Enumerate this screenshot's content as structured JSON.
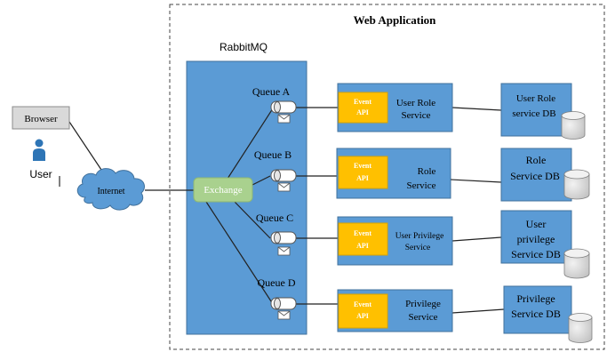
{
  "diagram": {
    "app_title": "Web Application",
    "broker_title": "RabbitMQ",
    "browser_label": "Browser",
    "user_label": "User",
    "internet_label": "Internet",
    "exchange_label": "Exchange",
    "queues": [
      {
        "label": "Queue A"
      },
      {
        "label": "Queue B"
      },
      {
        "label": "Queue C"
      },
      {
        "label": "Queue D"
      }
    ],
    "services": [
      {
        "event_line1": "Event",
        "event_line2": "API",
        "name_line1": "User Role",
        "name_line2": "Service"
      },
      {
        "event_line1": "Event",
        "event_line2": "API",
        "name_line1": "Role",
        "name_line2": "Service"
      },
      {
        "event_line1": "Event",
        "event_line2": "API",
        "name_line1": "User Privilege",
        "name_line2": "Service"
      },
      {
        "event_line1": "Event",
        "event_line2": "API",
        "name_line1": "Privilege",
        "name_line2": "Service"
      }
    ],
    "databases": [
      {
        "lines": [
          "User Role",
          "service DB"
        ]
      },
      {
        "lines": [
          "Role",
          "Service DB"
        ]
      },
      {
        "lines": [
          "User",
          "privilege",
          "Service DB"
        ]
      },
      {
        "lines": [
          "Privilege",
          "Service DB"
        ]
      }
    ],
    "colors": {
      "blue_fill": "#5b9bd5",
      "blue_stroke": "#41719c",
      "event_fill": "#ffc000",
      "exchange_fill": "#a9d18e",
      "browser_fill": "#d9d9d9",
      "user_icon": "#2e75b6",
      "cloud_fill": "#5b9bd5",
      "db_fill": "#d9d9d9"
    }
  }
}
